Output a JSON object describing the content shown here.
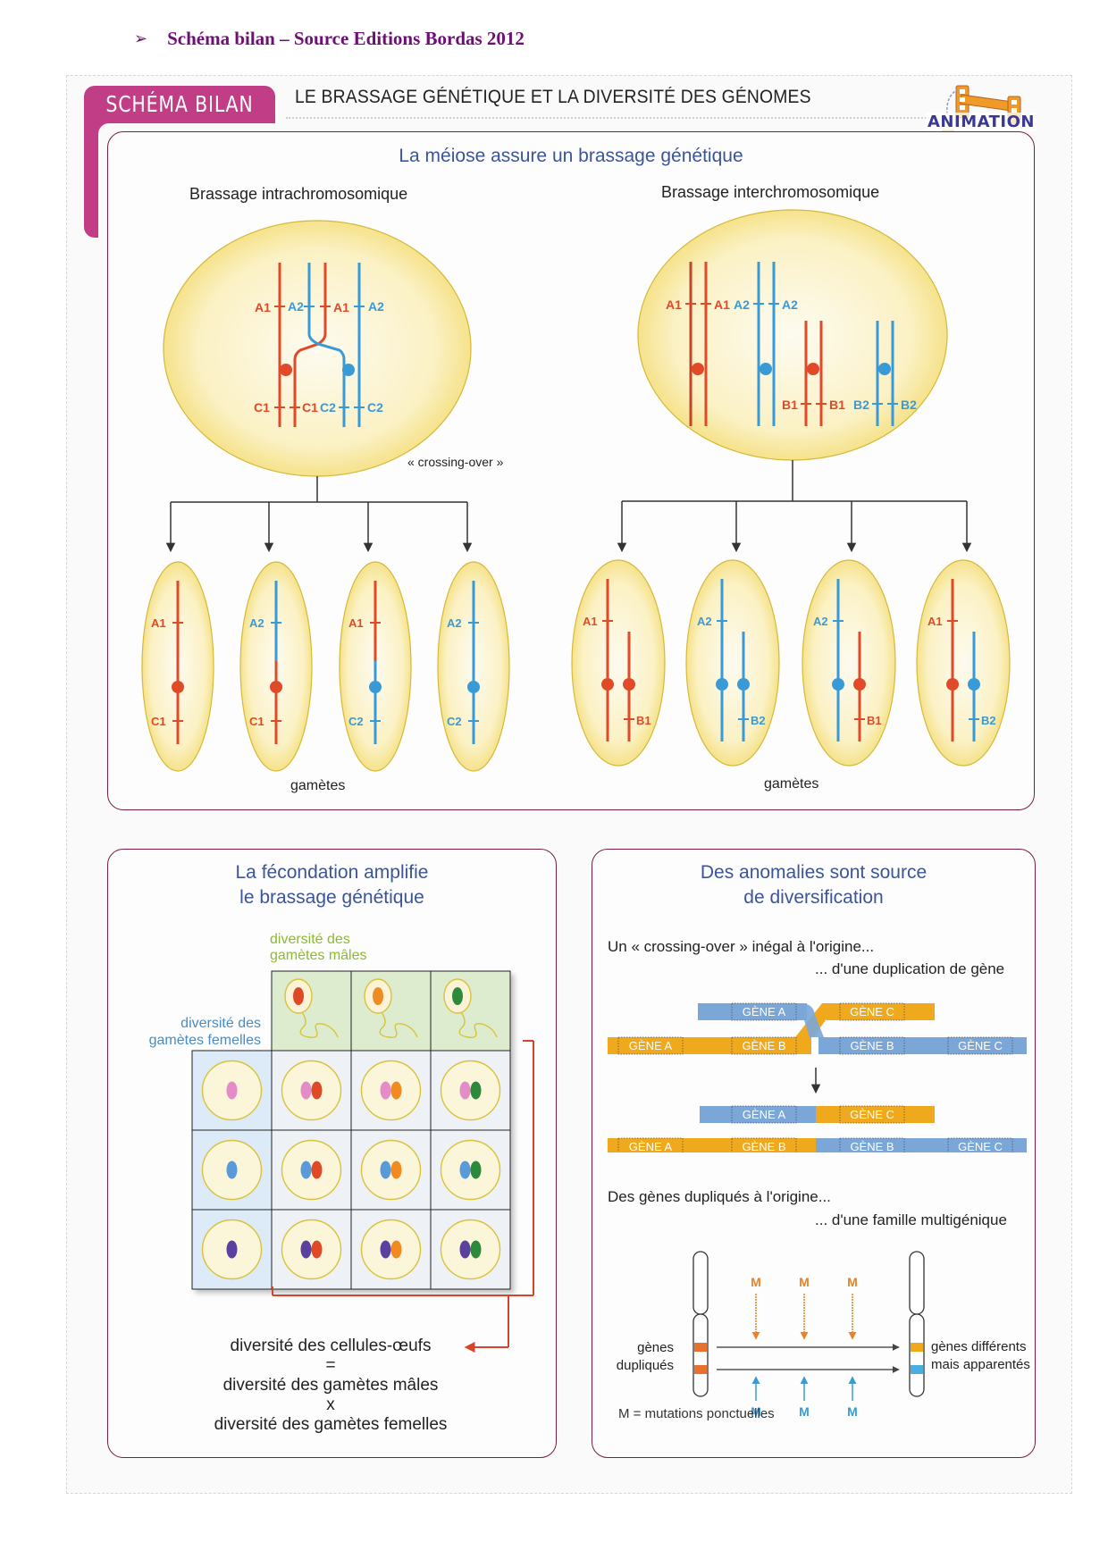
{
  "doc_heading": {
    "bullet": "➢",
    "text": "Schéma bilan – Source Editions Bordas 2012"
  },
  "header": {
    "tab_label": "SCHÉMA BILAN",
    "title": "LE BRASSAGE GÉNÉTIQUE ET LA DIVERSITÉ DES GÉNOMES",
    "animation_badge": "ANIMATION"
  },
  "colors": {
    "tab": "#c13d86",
    "panel_title": "#3b5596",
    "red_chromosome": "#e04a28",
    "blue_chromosome": "#3a9ad6",
    "cell_fill": "#fbf3cc",
    "cell_border": "#d9c23a",
    "gene_orange": "#f0a81c",
    "gene_blue": "#7aa6d8",
    "male_label": "#8dbb2f",
    "female_label": "#4a8cc2"
  },
  "meiosis": {
    "title": "La méiose assure un brassage génétique",
    "intra": {
      "title": "Brassage intrachromosomique",
      "crossing_label": "« crossing-over »",
      "cell_labels": {
        "a1_left": "A1",
        "a2_left": "A2",
        "a1_right": "A1",
        "a2_right": "A2",
        "c1_left": "C1",
        "c1_right": "C1",
        "c2_left": "C2",
        "c2_right": "C2"
      },
      "gametes_label": "gamètes",
      "gametes": [
        {
          "top": "A1",
          "bottom": "C1",
          "top_color": "red",
          "bottom_color": "red"
        },
        {
          "top": "A2",
          "bottom": "C1",
          "top_color": "blue",
          "bottom_color": "red"
        },
        {
          "top": "A1",
          "bottom": "C2",
          "top_color": "red",
          "bottom_color": "blue"
        },
        {
          "top": "A2",
          "bottom": "C2",
          "top_color": "blue",
          "bottom_color": "blue"
        }
      ]
    },
    "inter": {
      "title": "Brassage interchromosomique",
      "cell_labels": {
        "a1_left": "A1",
        "a1_right": "A1",
        "a2_left": "A2",
        "a2_right": "A2",
        "b1_left": "B1",
        "b1_right": "B1",
        "b2_left": "B2",
        "b2_right": "B2"
      },
      "gametes_label": "gamètes",
      "gametes": [
        {
          "a": "A1",
          "b": "B1",
          "a_color": "red",
          "b_color": "red"
        },
        {
          "a": "A2",
          "b": "B2",
          "a_color": "blue",
          "b_color": "blue"
        },
        {
          "a": "A2",
          "b": "B1",
          "a_color": "blue",
          "b_color": "red"
        },
        {
          "a": "A1",
          "b": "B2",
          "a_color": "red",
          "b_color": "blue"
        }
      ]
    }
  },
  "fecondation": {
    "title_line1": "La fécondation amplifie",
    "title_line2": "le brassage génétique",
    "male_label_line1": "diversité des",
    "male_label_line2": "gamètes mâles",
    "female_label_line1": "diversité des",
    "female_label_line2": "gamètes femelles",
    "male_nuclei": [
      "#e04a28",
      "#f08a24",
      "#2f8a3a"
    ],
    "female_nuclei": [
      "#e48cc8",
      "#5a9ad8",
      "#5a3fa0"
    ],
    "equation": {
      "line1": "diversité des cellules-œufs",
      "line2": "=",
      "line3": "diversité des gamètes mâles",
      "line4": "x",
      "line5": "diversité des gamètes femelles"
    }
  },
  "anomalies": {
    "title_line1": "Des anomalies sont source",
    "title_line2": "de diversification",
    "unequal": {
      "line1": "Un « crossing-over » inégal à l'origine...",
      "line2": "... d'une duplication de gène",
      "before_top": [
        "GÈNE A",
        "GÈNE C"
      ],
      "before_bottom": [
        "GÈNE A",
        "GÈNE B",
        "GÈNE B",
        "GÈNE C"
      ],
      "after_top": [
        "GÈNE A",
        "GÈNE C"
      ],
      "after_bottom": [
        "GÈNE A",
        "GÈNE B",
        "GÈNE B",
        "GÈNE C"
      ]
    },
    "multigene": {
      "line1": "Des gènes dupliqués à l'origine...",
      "line2": "... d'une famille multigénique",
      "left_label_line1": "gènes",
      "left_label_line2": "dupliqués",
      "right_label_line1": "gènes différents",
      "right_label_line2": "mais apparentés",
      "mutation_symbol": "M",
      "legend": "M = mutations ponctuelles"
    }
  }
}
